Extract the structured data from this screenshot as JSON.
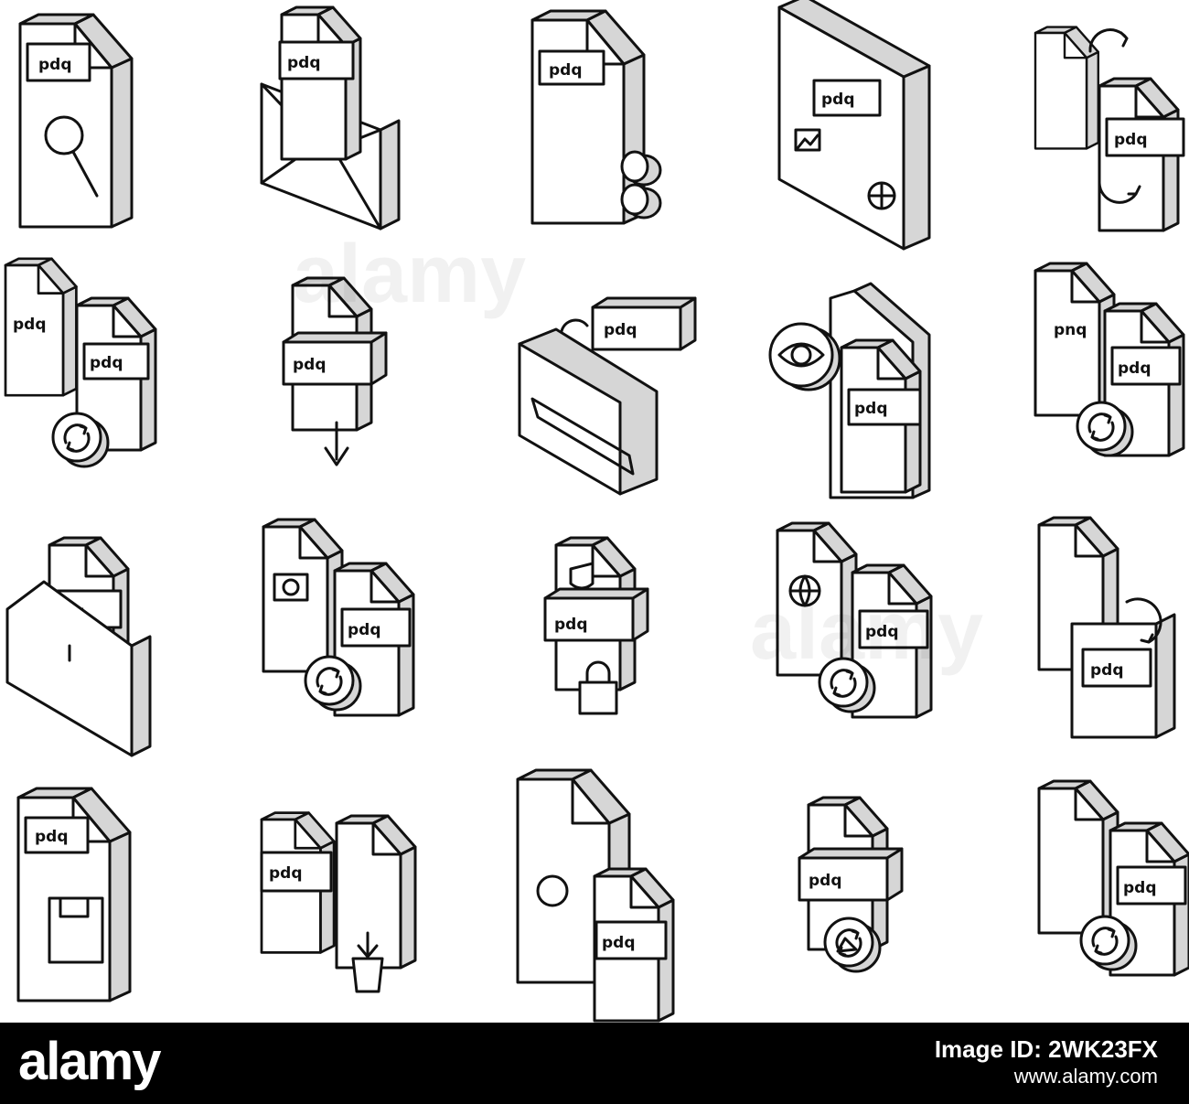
{
  "watermark": "alamy",
  "icon_label": "pdq",
  "icon_label_alt": "pnq",
  "icons": [
    {
      "name": "pdq-file-search-icon"
    },
    {
      "name": "pdq-file-email-icon"
    },
    {
      "name": "pdq-file-attach-icon"
    },
    {
      "name": "pdq-document-image-icon"
    },
    {
      "name": "pdq-file-sync-icon"
    },
    {
      "name": "pdq-file-convert-icon"
    },
    {
      "name": "pdq-file-download-icon"
    },
    {
      "name": "pdq-file-print-icon"
    },
    {
      "name": "pdq-file-mobile-view-icon"
    },
    {
      "name": "png-to-pdq-convert-icon"
    },
    {
      "name": "pdq-file-folder-icon"
    },
    {
      "name": "photo-to-pdq-convert-icon"
    },
    {
      "name": "pdq-file-protected-icon"
    },
    {
      "name": "web-to-pdq-convert-icon"
    },
    {
      "name": "pdq-file-export-icon"
    },
    {
      "name": "pdq-file-save-icon"
    },
    {
      "name": "pdq-file-delete-icon"
    },
    {
      "name": "pdq-file-audio-icon"
    },
    {
      "name": "pdq-file-edit-icon"
    },
    {
      "name": "file-to-pdq-convert-icon"
    }
  ],
  "footer": {
    "logo": "alamy",
    "image_id": "Image ID: 2WK23FX",
    "url": "www.alamy.com"
  }
}
